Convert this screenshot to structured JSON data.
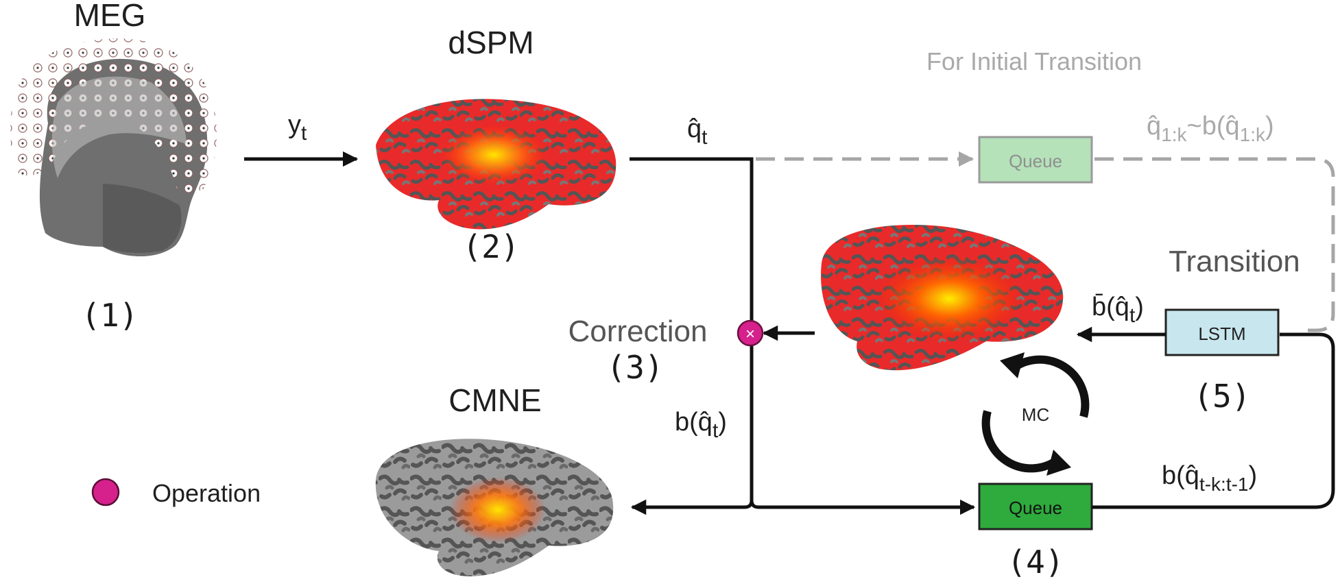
{
  "titles": {
    "meg": "MEG",
    "dspm": "dSPM",
    "cmne": "CMNE",
    "initial_transition": "For Initial Transition",
    "transition": "Transition",
    "correction": "Correction"
  },
  "step_numbers": {
    "s1": "(1)",
    "s2": "(2)",
    "s3": "(3)",
    "s4": "(4)",
    "s5": "(5)"
  },
  "boxes": {
    "queue_initial": "Queue",
    "queue_main": "Queue",
    "lstm": "LSTM",
    "mc": "MC"
  },
  "math": {
    "y_base": "y",
    "y_sub": "t",
    "q_hat": "q̂",
    "q_hat_sub": "t",
    "init_lhs": "q̂",
    "init_lhs_sub": "1:k",
    "init_mid": "~b(",
    "init_rhs": "q̂",
    "init_rhs_sub": "1:k",
    "init_close": ")",
    "bbar_open": "b̄(",
    "bbar_q": "q̂",
    "bbar_sub": "t",
    "bbar_close": ")",
    "b_open": "b(",
    "b_q": "q̂",
    "b_sub": "t",
    "b_close": ")",
    "bk_open": "b(",
    "bk_q": "q̂",
    "bk_sub": "t-k:t-1",
    "bk_close": ")"
  },
  "operation_symbol": "×",
  "legend": {
    "label": "Operation"
  },
  "colors": {
    "operation": "#d6218c",
    "queue_main": "#2eab3c",
    "queue_initial": "#b5e2b9",
    "lstm": "#c7e6ee",
    "dashed_line": "#a6a6a6"
  }
}
